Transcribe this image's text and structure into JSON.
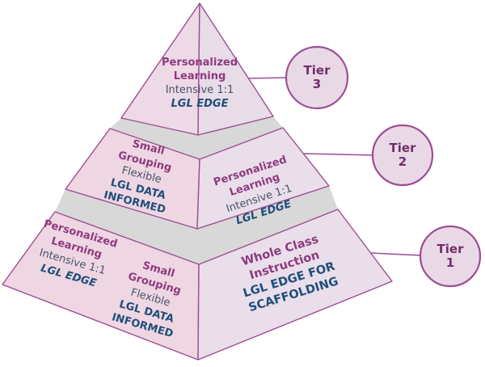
{
  "title": "MTSS instruction pyramid diagram",
  "colors": {
    "heading_purple": "#8e3a7f",
    "detail_blue_gray": "#44546a",
    "navy_blue": "#1f4e79",
    "outline_purple": "#9c4e91",
    "tier_badge_text": "#732e6b",
    "left_face_fill": "#eed6e3",
    "right_face_fill": "#e9deea",
    "top_face_fill_t3_left": "#eed9e6",
    "top_face_fill_t3_right": "#e8dce9",
    "platform_gray": "#d8d8d8",
    "badge_fill": "#e9d9e7"
  },
  "tier3": {
    "face": {
      "line1": "Personalized",
      "line2": "Learning",
      "line3": "Intensive 1:1",
      "line4": "LGL EDGE"
    },
    "badge": {
      "line1": "Tier",
      "line2": "3"
    }
  },
  "tier2": {
    "left_face": {
      "line1": "Small",
      "line2": "Grouping",
      "line3": "Flexible",
      "line4": "LGL DATA",
      "line5": "INFORMED"
    },
    "right_face": {
      "line1": "Personalized",
      "line2": "Learning",
      "line3": "Intensive 1:1",
      "line4": "LGL EDGE"
    },
    "badge": {
      "line1": "Tier",
      "line2": "2"
    }
  },
  "tier1": {
    "left_face_block1": {
      "line1": "Personalized",
      "line2": "Learning",
      "line3": "Intensive 1:1",
      "line4": "LGL EDGE"
    },
    "left_face_block2": {
      "line1": "Small",
      "line2": "Grouping",
      "line3": "Flexible",
      "line4": "LGL DATA",
      "line5": "INFORMED"
    },
    "right_face": {
      "line1": "Whole Class",
      "line2": "Instruction",
      "line3": "LGL EDGE FOR",
      "line4": "SCAFFOLDING"
    },
    "badge": {
      "line1": "Tier",
      "line2": "1"
    }
  }
}
